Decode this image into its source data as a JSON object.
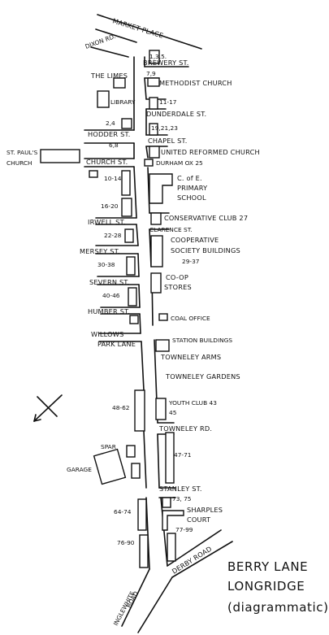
{
  "labels": {
    "market_place": "MARKET PLACE",
    "dixon_rd": "DIXON RD.",
    "nums_135": "1,3,5.",
    "brewery_st": "BREWERY ST.",
    "the_limes": "THE LIMES",
    "nums_79": "7,9",
    "methodist_church": "METHODIST CHURCH",
    "library": "LIBRARY",
    "nums_11_17": "11-17",
    "dunderdale_st": "DUNDERDALE ST.",
    "nums_24": "2,4",
    "nums_19_23": "19,21,23",
    "hodder_st": "HODDER ST.",
    "nums_68": "6,8",
    "chapel_st": "CHAPEL ST.",
    "united_reformed_church": "UNITED REFORMED CHURCH",
    "st_pauls_1": "ST. PAUL'S",
    "st_pauls_2": "CHURCH",
    "church_st": "CHURCH ST.",
    "durham_ox": "DURHAM OX 25",
    "nums_10_14": "10-14",
    "cofe_1": "C. of E.",
    "cofe_2": "PRIMARY",
    "cofe_3": "SCHOOL",
    "nums_16_20": "16-20",
    "conservative_club": "CONSERVATIVE CLUB 27",
    "irwell_st": "IRWELL ST.",
    "clarence_st": "CLARENCE ST.",
    "nums_22_28": "22-28",
    "coop_soc_1": "COOPERATIVE",
    "coop_soc_2": "SOCIETY BUILDINGS",
    "coop_soc_3": "29-37",
    "mersey_st": "MERSEY ST.",
    "nums_30_38": "30-38",
    "coop_stores_1": "CO-OP",
    "coop_stores_2": "STORES",
    "severn_st": "SEVERN ST.",
    "nums_40_46": "40-46",
    "humber_st": "HUMBER ST.",
    "coal_office": "COAL OFFICE",
    "willows_1": "WILLOWS",
    "willows_2": "PARK LANE",
    "station_buildings": "STATION BUILDINGS",
    "towneley_arms": "TOWNELEY ARMS",
    "towneley_gardens": "TOWNELEY GARDENS",
    "nums_48_62": "48-62",
    "youth_club_1": "YOUTH CLUB 43",
    "youth_club_2": "45",
    "towneley_rd": "TOWNELEY RD.",
    "spar": "SPAR",
    "nums_47_71": "47-71",
    "garage": "GARAGE",
    "stanley_st": "STANLEY ST.",
    "nums_73_75": "73, 75",
    "sharples_1": "SHARPLES",
    "sharples_2": "COURT",
    "nums_64_74": "64-74",
    "nums_77_99": "77-99",
    "nums_76_90": "76-90",
    "derby_road": "DERBY ROAD",
    "inglewhite_1": "INGLEWHITE",
    "inglewhite_2": "ROAD"
  },
  "title": {
    "line1": "BERRY LANE",
    "line2": "LONGRIDGE",
    "line3": "(diagrammatic)"
  }
}
